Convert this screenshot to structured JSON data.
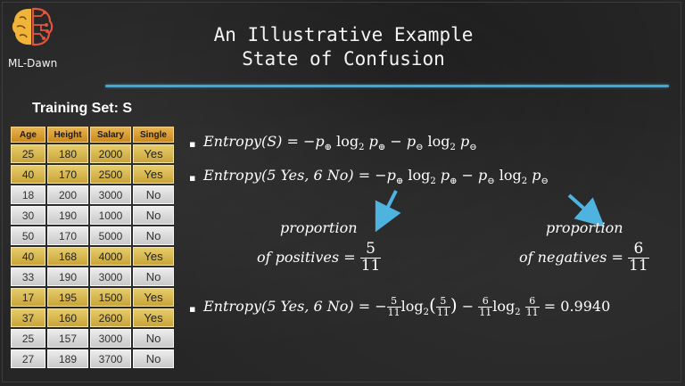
{
  "header": {
    "logo_text": "ML-Dawn",
    "title_line1": "An Illustrative Example",
    "title_line2": "State of Confusion"
  },
  "training_set": {
    "heading": "Training Set: S",
    "columns": [
      "Age",
      "Height",
      "Salary",
      "Single"
    ],
    "rows": [
      [
        "25",
        "180",
        "2000",
        "Yes"
      ],
      [
        "40",
        "170",
        "2500",
        "Yes"
      ],
      [
        "18",
        "200",
        "3000",
        "No"
      ],
      [
        "30",
        "190",
        "1000",
        "No"
      ],
      [
        "50",
        "170",
        "5000",
        "No"
      ],
      [
        "40",
        "168",
        "4000",
        "Yes"
      ],
      [
        "33",
        "190",
        "3000",
        "No"
      ],
      [
        "17",
        "195",
        "1500",
        "Yes"
      ],
      [
        "37",
        "160",
        "2600",
        "Yes"
      ],
      [
        "25",
        "157",
        "3000",
        "No"
      ],
      [
        "27",
        "189",
        "3700",
        "No"
      ]
    ]
  },
  "formulas": {
    "bullet": "▪",
    "f1_lhs": "Entropy(S)",
    "f2_lhs": "Entropy(5 Yes, 6 No)",
    "f3_lhs": "Entropy(5 Yes, 6 No)",
    "pos_label_line1": "proportion",
    "pos_label_line2": "of positives =",
    "pos_num": "5",
    "pos_den": "11",
    "neg_label_line1": "proportion",
    "neg_label_line2": "of negatives =",
    "neg_num": "6",
    "neg_den": "11",
    "result": "0.9940"
  },
  "colors": {
    "accent_rule": "#3da9d6",
    "arrow": "#4fb3e0",
    "yes_row": "#d9b955",
    "no_row": "#dcdcdc",
    "header_cell": "#d99a30"
  }
}
